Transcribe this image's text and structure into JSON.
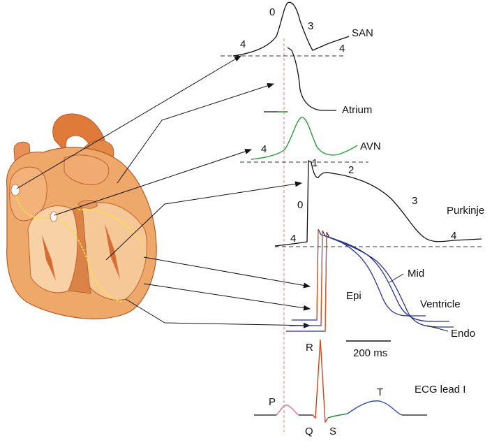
{
  "colors": {
    "black": "#111111",
    "avn_green": "#2a9a3a",
    "ventricle_blue": "#27308f",
    "ventricle_red": "#e05a20",
    "ecg_pink": "#e0709a",
    "ecg_red": "#d8401a",
    "ecg_green": "#2a8a3a",
    "ecg_blue": "#2e4fa6",
    "guide_red": "#e08080",
    "heart_outer": "#eea86a",
    "heart_dark": "#c0622c",
    "heart_light": "#f8d2a6",
    "conduction_yellow": "#f5e040"
  },
  "labels": {
    "san": "SAN",
    "atrium": "Atrium",
    "avn": "AVN",
    "purkinje": "Purkinje",
    "mid": "Mid",
    "epi": "Epi",
    "ventricle": "Ventricle",
    "endo": "Endo",
    "scale": "200 ms",
    "ecg_lead": "ECG lead I"
  },
  "phases": {
    "san_0": "0",
    "san_3": "3",
    "san_4_left": "4",
    "san_4_right": "4",
    "avn_4": "4",
    "purk_1": "1",
    "purk_2": "2",
    "purk_0": "0",
    "purk_3": "3",
    "purk_4_right": "4",
    "purk_4_left": "4"
  },
  "ecg_waves": {
    "p": "P",
    "q": "Q",
    "r": "R",
    "s": "S",
    "t": "T"
  }
}
